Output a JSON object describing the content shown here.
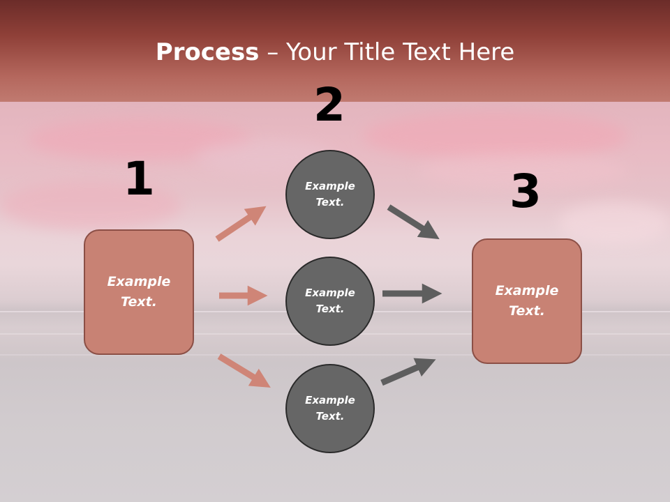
{
  "title": {
    "bold": "Process",
    "rest": " – Your Title Text Here"
  },
  "steps": {
    "one": "1",
    "two": "2",
    "three": "3"
  },
  "left_box": {
    "text_line1": "Example",
    "text_line2": "Text."
  },
  "right_box": {
    "text_line1": "Example",
    "text_line2": "Text."
  },
  "circles": [
    {
      "line1": "Example",
      "line2": "Text."
    },
    {
      "line1": "Example",
      "line2": "Text."
    },
    {
      "line1": "Example",
      "line2": "Text."
    }
  ],
  "colors": {
    "box_fill": "#c88274",
    "circle_fill": "#666666",
    "pink_arrow": "#cf8577",
    "gray_arrow": "#5e5e5e",
    "header": "#8f4038"
  }
}
